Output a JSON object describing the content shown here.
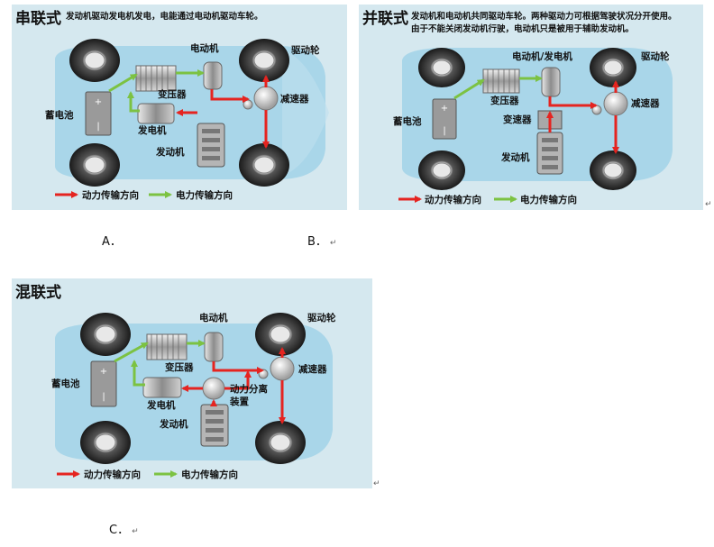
{
  "panels": {
    "a": {
      "title": "串联式",
      "desc_lines": [
        "发动机驱动发电机发电，电能通过电动机驱动车轮。"
      ],
      "labels": {
        "motor": "电动机",
        "drive_wheel": "驱动轮",
        "inverter": "变压器",
        "reducer": "减速器",
        "battery": "蓄电池",
        "generator": "发电机",
        "engine": "发动机"
      },
      "legend": {
        "power": "动力传输方向",
        "electric": "电力传输方向"
      }
    },
    "b": {
      "title": "并联式",
      "desc_lines": [
        "发动机和电动机共同驱动车轮。两种驱动力可根据驾驶状况分开使用。",
        "由于不能关闭发动机行驶，电动机只是被用于辅助发动机。"
      ],
      "labels": {
        "motor": "电动机/发电机",
        "drive_wheel": "驱动轮",
        "inverter": "变压器",
        "reducer": "减速器",
        "battery": "蓄电池",
        "transmission": "变速器",
        "engine": "发动机"
      },
      "legend": {
        "power": "动力传输方向",
        "electric": "电力传输方向"
      }
    },
    "c": {
      "title": "混联式",
      "labels": {
        "motor": "电动机",
        "drive_wheel": "驱动轮",
        "inverter": "变压器",
        "reducer": "减速器",
        "battery": "蓄电池",
        "generator": "发电机",
        "split_device_1": "动力分离",
        "split_device_2": "装置",
        "engine": "发动机"
      },
      "legend": {
        "power": "动力传输方向",
        "electric": "电力传输方向"
      }
    }
  },
  "options": {
    "a": "A．",
    "b": "B．",
    "c": "C．"
  },
  "return_mark": "↵",
  "colors": {
    "power_arrow": "#e52420",
    "electric_arrow": "#7cc242",
    "panel_bg": "#d5e8ef",
    "car_body": "#a9d6e9"
  }
}
